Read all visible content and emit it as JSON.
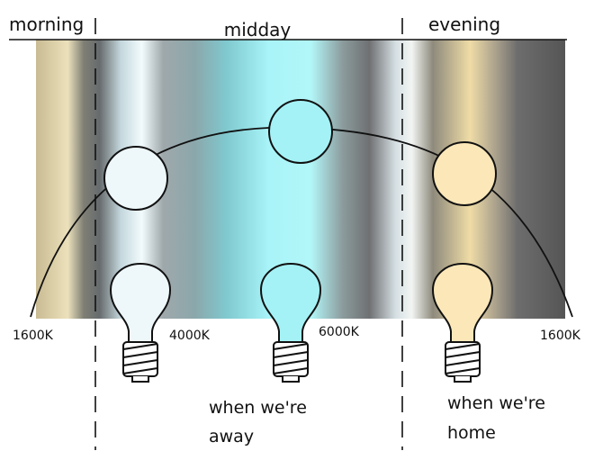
{
  "periods": {
    "morning": "morning",
    "midday": "midday",
    "evening": "evening"
  },
  "temperatures": {
    "left": "1600K",
    "mid_left": "4000K",
    "mid_right": "6000K",
    "right": "1600K"
  },
  "notes": {
    "away_line1": "when we're",
    "away_line2": "away",
    "home_line1": "when we're",
    "home_line2": "home"
  },
  "colors": {
    "warm_white": "#fbe7b8",
    "cool_white": "#eef8fb",
    "daylight": "#a4f2f6",
    "outline": "#111111"
  }
}
